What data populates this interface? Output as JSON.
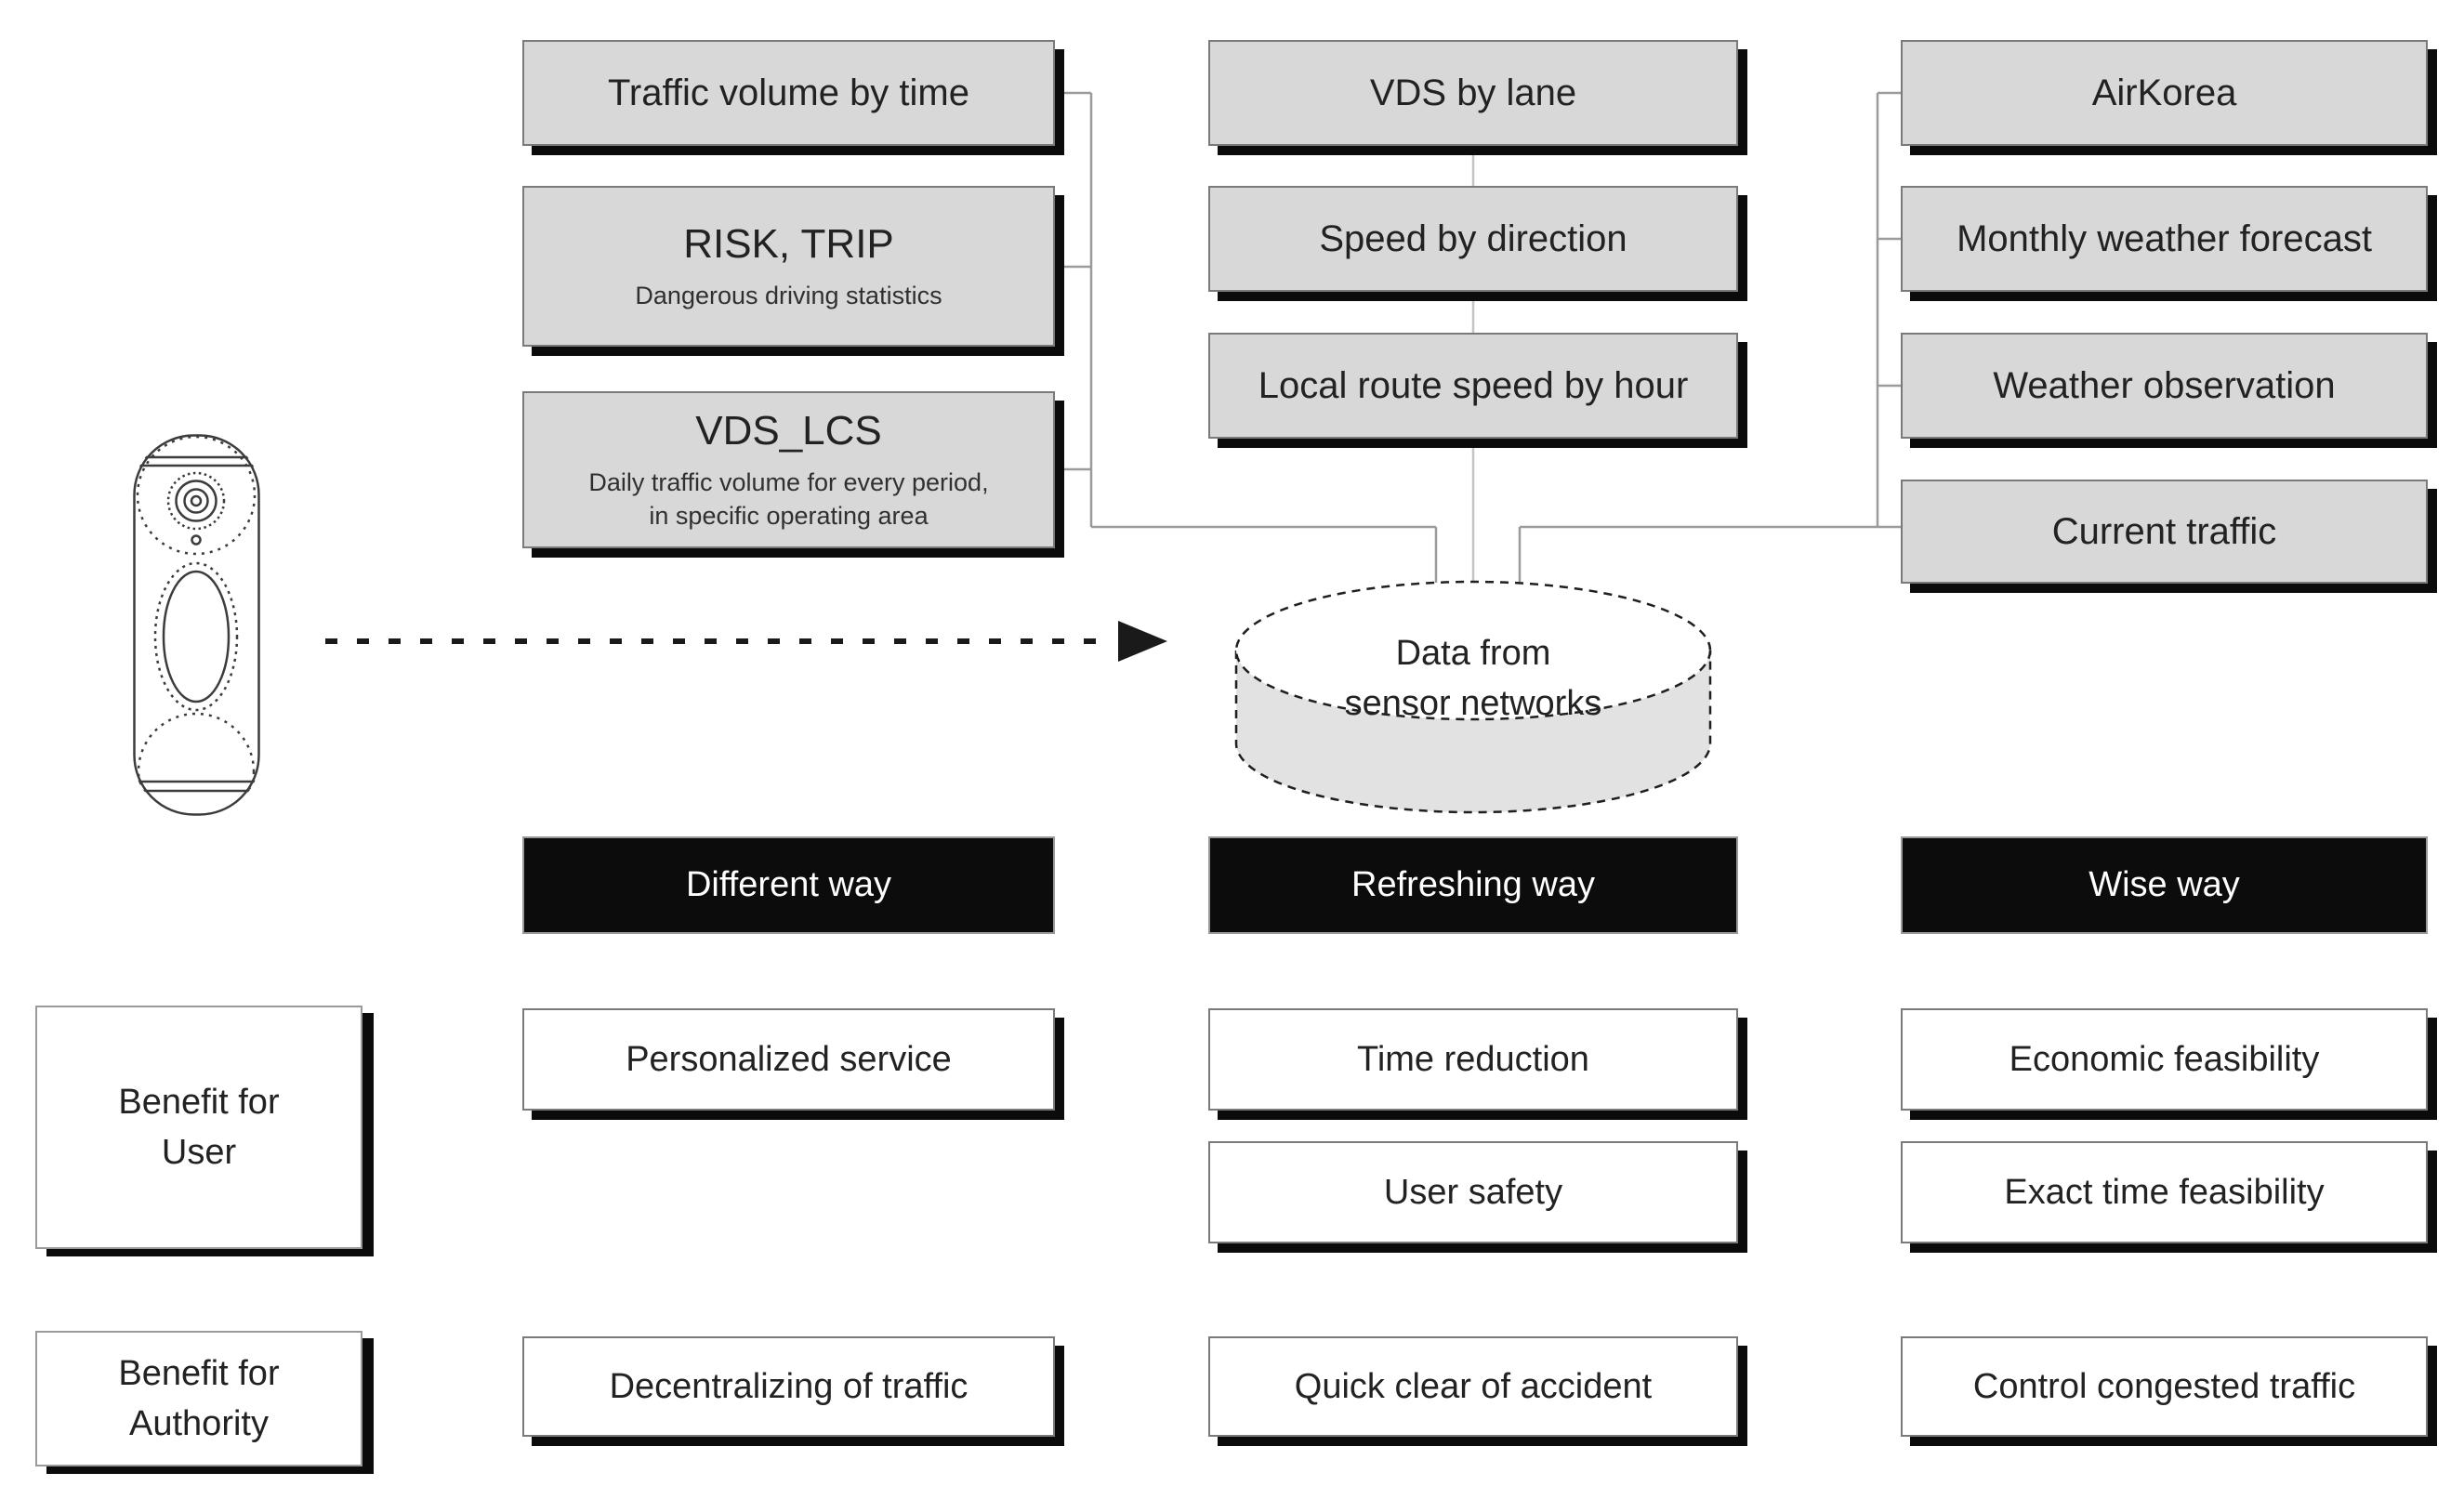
{
  "sources": {
    "left": [
      {
        "title": "Traffic volume by time"
      },
      {
        "title": "RISK, TRIP",
        "subtitle": "Dangerous driving statistics"
      },
      {
        "title": "VDS_LCS",
        "subtitle_lines": [
          "Daily traffic volume for every period,",
          "in specific operating area"
        ]
      }
    ],
    "middle": [
      {
        "title": "VDS by lane"
      },
      {
        "title": "Speed by direction"
      },
      {
        "title": "Local route speed by hour"
      }
    ],
    "right": [
      {
        "title": "AirKorea"
      },
      {
        "title": "Monthly weather forecast"
      },
      {
        "title": "Weather observation"
      },
      {
        "title": "Current traffic"
      }
    ]
  },
  "database": {
    "label_lines": [
      "Data from",
      "sensor networks"
    ]
  },
  "ways": [
    {
      "label": "Different way"
    },
    {
      "label": "Refreshing way"
    },
    {
      "label": "Wise way"
    }
  ],
  "benefit_groups": [
    {
      "row_label_lines": [
        "Benefit for",
        "User"
      ],
      "items": {
        "different": [
          "Personalized service"
        ],
        "refreshing": [
          "Time reduction",
          "User safety"
        ],
        "wise": [
          "Economic feasibility",
          "Exact time feasibility"
        ]
      }
    },
    {
      "row_label_lines": [
        "Benefit for",
        "Authority"
      ],
      "items": {
        "different": [
          "Decentralizing of traffic"
        ],
        "refreshing": [
          "Quick clear of accident"
        ],
        "wise": [
          "Control congested traffic"
        ]
      }
    }
  ],
  "icons": {
    "device": "sensor-device-illustration",
    "arrow": "dashed-flow-arrow",
    "database": "database-cylinder"
  },
  "colors": {
    "box_fill": "#d8d8d8",
    "box_border": "#7a7a7a",
    "shadow": "#0b0b0b",
    "bar_fill": "#0c0c0c",
    "bar_text": "#ffffff",
    "connector": "#9b9b9b",
    "connector_light": "#c4c4c4",
    "cylinder_side": "#e2e2e2",
    "text": "#222222",
    "background": "#ffffff"
  }
}
